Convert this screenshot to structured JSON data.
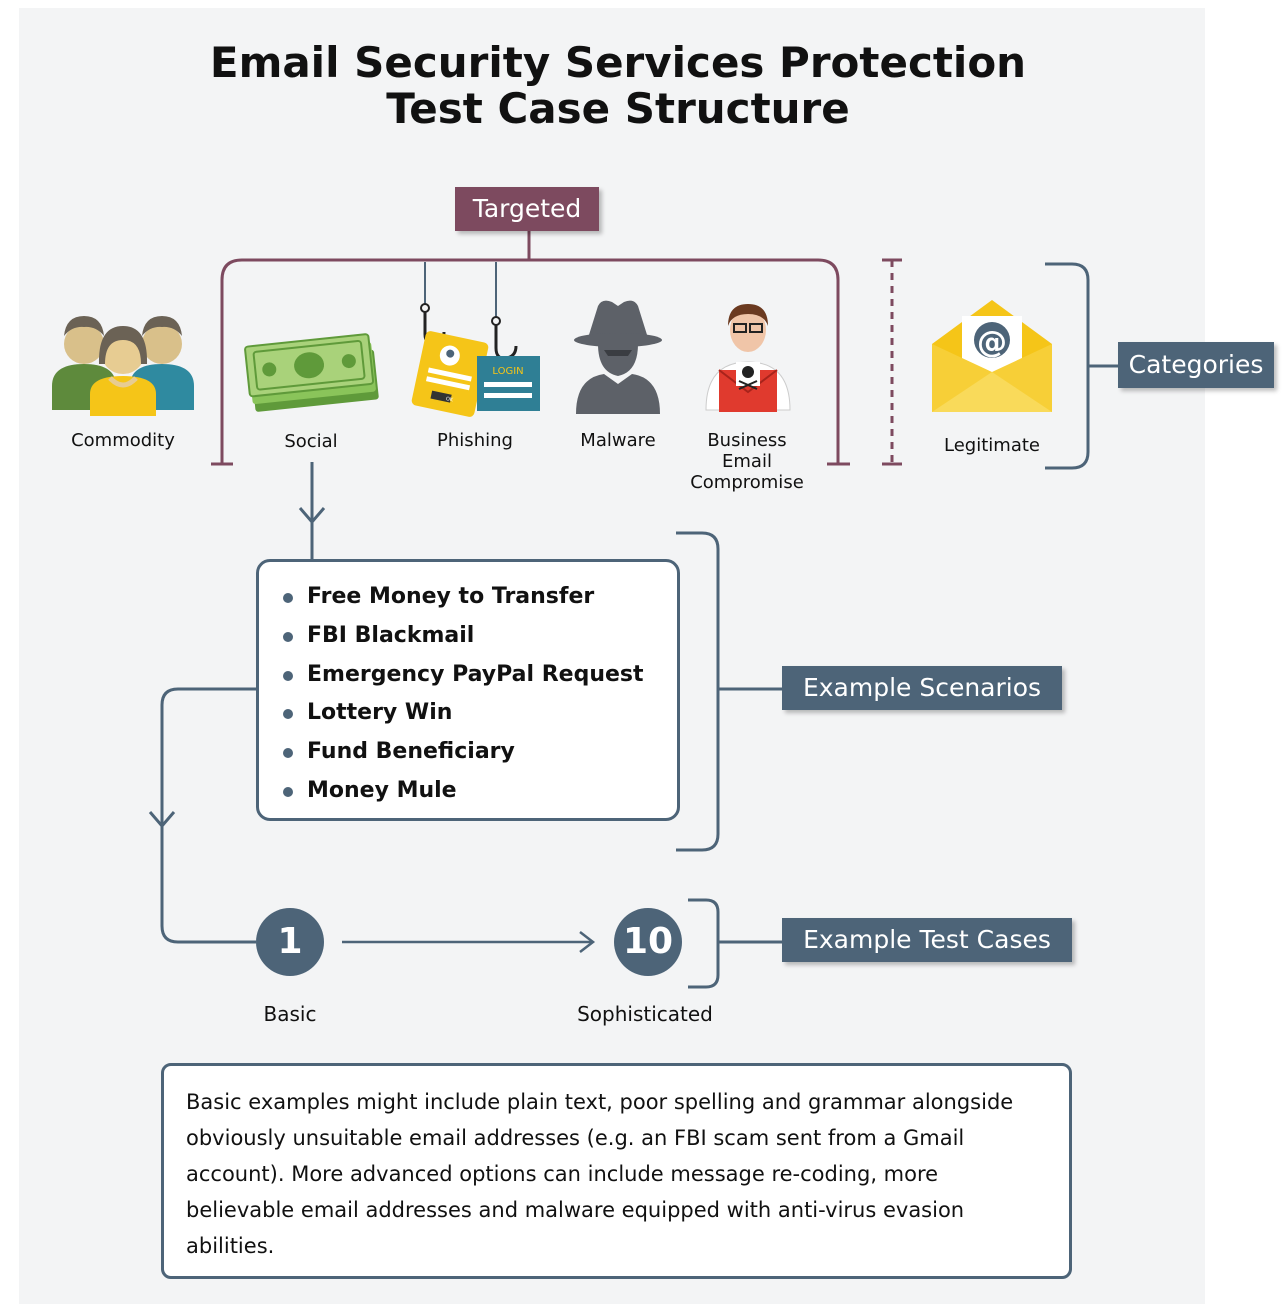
{
  "title": {
    "line1": "Email Security Services Protection",
    "line2": "Test Case Structure"
  },
  "targeted_tag": "Targeted",
  "categories_tag": "Categories",
  "categories": [
    {
      "label": "Commodity",
      "icon": "people-group-icon"
    },
    {
      "label": "Social",
      "icon": "money-stack-icon"
    },
    {
      "label": "Phishing",
      "icon": "phishing-hooks-icon"
    },
    {
      "label": "Malware",
      "icon": "spy-silhouette-icon"
    },
    {
      "label_lines": [
        "Business",
        "Email",
        "Compromise"
      ],
      "icon": "bec-person-icon"
    },
    {
      "label": "Legitimate",
      "icon": "envelope-at-icon"
    }
  ],
  "phishing_icon_text": {
    "login": "LOGIN",
    "ok": "OK"
  },
  "at_symbol": "@",
  "scenarios": [
    "Free Money to Transfer",
    "FBI Blackmail",
    "Emergency PayPal Request",
    "Lottery Win",
    "Fund Beneficiary",
    "Money Mule"
  ],
  "scenarios_tag": "Example Scenarios",
  "test_cases_tag": "Example Test Cases",
  "test_cases": {
    "basic": {
      "number": "1",
      "label": "Basic"
    },
    "sophisticated": {
      "number": "10",
      "label": "Sophisticated"
    }
  },
  "note": "Basic examples might include plain text, poor spelling and grammar alongside obviously unsuitable email addresses (e.g. an FBI scam sent from a Gmail account). More advanced options can include message re-coding, more believable email addresses and malware equipped with anti-virus evasion abilities.",
  "colors": {
    "purple": "#7d4a5f",
    "slate": "#4d6478",
    "panel": "#f3f4f5",
    "envelope": "#f5c518",
    "money": "#7db54a"
  }
}
